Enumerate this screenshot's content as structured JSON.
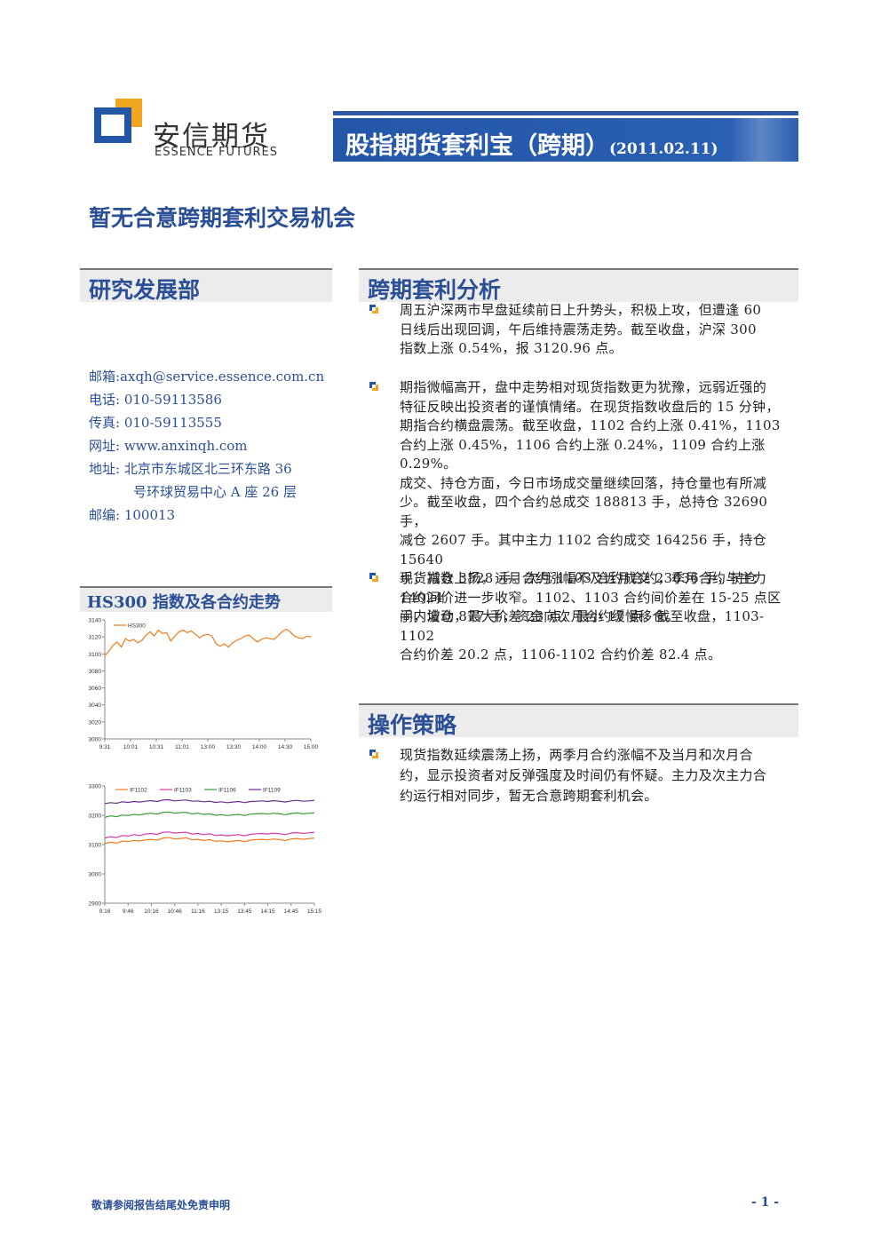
{
  "logo": {
    "cn": "安信期货",
    "en": "ESSENCE FUTURES"
  },
  "banner": {
    "title": "股指期货套利宝（跨期）",
    "date": "(2011.02.11)"
  },
  "main_heading": "暂无合意跨期套利交易机会",
  "left": {
    "dept_title": "研究发展部",
    "contacts": [
      "邮箱:axqh@service.essence.com.cn",
      "电话: 010-59113586",
      "传真: 010-59113555",
      "网址: www.anxinqh.com",
      "地址: 北京市东城区北三环东路 36",
      "号环球贸易中心 A 座 26 层",
      "邮编: 100013"
    ],
    "chart_section_title": "HS300 指数及各合约走势"
  },
  "analysis": {
    "title": "跨期套利分析",
    "paragraphs": [
      [
        "周五沪深两市早盘延续前日上升势头，积极上攻，但遭逢 60",
        "日线后出现回调，午后维持震荡走势。截至收盘，沪深 300",
        "指数上涨 0.54%，报 3120.96 点。"
      ],
      [
        "期指微幅高开，盘中走势相对现货指数更为犹豫，远弱近强的",
        "特征反映出投资者的谨慎情绪。在现货指数收盘后的 15 分钟，",
        "期指合约横盘震荡。截至收盘，1102 合约上涨 0.41%，1103",
        "合约上涨 0.45%，1106 合约上涨 0.24%，1109 合约上涨 0.29%。",
        "成交、持仓方面，今日市场成交量继续回落，持仓量也有所减",
        "少。截至收盘，四个合约总成交 188813 手，总持仓 32690 手，",
        "减仓 2607 手。其中主力 1102 合约成交 164256 手，持仓 15640",
        "手，减仓 3528 手。次月 1103 合约成交 23636 手，持仓 14024",
        "手，增仓 877 手，资金向次月合约缓慢移仓。"
      ],
      [
        "现货指数上扬，远月合约涨幅不及近月合约，季月合约与主力",
        "合约间价进一步收窄。1102、1103 合约间价差在 15-25 点区",
        "间内波动，最大价差 23 点、最小 17 点。截至收盘，1103-1102",
        "合约价差 20.2 点，1106-1102 合约价差 82.4 点。"
      ]
    ]
  },
  "strategy": {
    "title": "操作策略",
    "paragraphs": [
      [
        "现货指数延续震荡上扬，两季月合约涨幅不及当月和次月合",
        "约，显示投资者对反弹强度及时间仍有怀疑。主力及次主力合",
        "约运行相对同步，暂无合意跨期套利机会。"
      ]
    ]
  },
  "footer": {
    "disclaimer": "敬请参阅报告结尾处免责申明",
    "page": "- 1 -"
  },
  "colors": {
    "brand_blue": "#2a4f96",
    "banner_blue": "#2456a8",
    "logo_orange": "#f2a51f"
  },
  "chart_data": [
    {
      "type": "line",
      "title": "",
      "x_ticks": [
        "9:31",
        "10:01",
        "10:31",
        "11:01",
        "13:00",
        "13:30",
        "14:00",
        "14:30",
        "15:00"
      ],
      "y_ticks": [
        "3000",
        "3020",
        "3040",
        "3060",
        "3080",
        "3100",
        "3120",
        "3140"
      ],
      "ylim": [
        3000,
        3140
      ],
      "legend": "top-left",
      "series": [
        {
          "name": "HS300",
          "color": "#f07c1f",
          "values": [
            3098,
            3103,
            3110,
            3114,
            3108,
            3118,
            3115,
            3117,
            3113,
            3116,
            3122,
            3126,
            3121,
            3128,
            3124,
            3125,
            3115,
            3121,
            3126,
            3128,
            3125,
            3127,
            3123,
            3119,
            3122,
            3123,
            3121,
            3112,
            3109,
            3112,
            3108,
            3113,
            3116,
            3118,
            3121,
            3122,
            3118,
            3114,
            3117,
            3119,
            3118,
            3117,
            3121,
            3126,
            3129,
            3126,
            3121,
            3119,
            3118,
            3121,
            3120
          ]
        }
      ]
    },
    {
      "type": "line",
      "title": "",
      "x_ticks": [
        "9:16",
        "9:46",
        "10:16",
        "10:46",
        "11:16",
        "13:15",
        "13:45",
        "14:15",
        "14:45",
        "15:15"
      ],
      "y_ticks": [
        "2900",
        "3000",
        "3100",
        "3200",
        "3300"
      ],
      "ylim": [
        2900,
        3300
      ],
      "legend": "top",
      "series": [
        {
          "name": "IF1102",
          "color": "#f07c1f",
          "values": [
            3103,
            3108,
            3105,
            3112,
            3110,
            3114,
            3112,
            3116,
            3118,
            3115,
            3122,
            3124,
            3119,
            3121,
            3123,
            3116,
            3118,
            3114,
            3117,
            3111,
            3113,
            3109,
            3112,
            3114,
            3110,
            3115,
            3117,
            3118,
            3116,
            3119,
            3117,
            3114,
            3119,
            3121,
            3118,
            3120,
            3122
          ]
        },
        {
          "name": "IF1103",
          "color": "#d63aa8",
          "values": [
            3122,
            3127,
            3124,
            3131,
            3129,
            3134,
            3131,
            3136,
            3138,
            3135,
            3142,
            3143,
            3139,
            3141,
            3142,
            3136,
            3138,
            3134,
            3137,
            3131,
            3133,
            3130,
            3132,
            3134,
            3130,
            3135,
            3137,
            3138,
            3136,
            3139,
            3137,
            3134,
            3139,
            3141,
            3138,
            3140,
            3142
          ]
        },
        {
          "name": "IF1106",
          "color": "#3a9a3a",
          "values": [
            3193,
            3198,
            3195,
            3201,
            3199,
            3203,
            3201,
            3205,
            3207,
            3204,
            3210,
            3211,
            3207,
            3209,
            3210,
            3205,
            3207,
            3203,
            3205,
            3200,
            3202,
            3199,
            3201,
            3203,
            3199,
            3204,
            3205,
            3206,
            3204,
            3207,
            3205,
            3202,
            3206,
            3208,
            3205,
            3207,
            3208
          ]
        },
        {
          "name": "IF1109",
          "color": "#6a2c8a",
          "values": [
            3240,
            3243,
            3241,
            3246,
            3244,
            3247,
            3245,
            3248,
            3250,
            3247,
            3252,
            3253,
            3249,
            3251,
            3252,
            3248,
            3249,
            3246,
            3248,
            3244,
            3246,
            3243,
            3245,
            3247,
            3243,
            3247,
            3248,
            3249,
            3247,
            3250,
            3248,
            3245,
            3249,
            3251,
            3248,
            3249,
            3251
          ]
        }
      ]
    }
  ]
}
